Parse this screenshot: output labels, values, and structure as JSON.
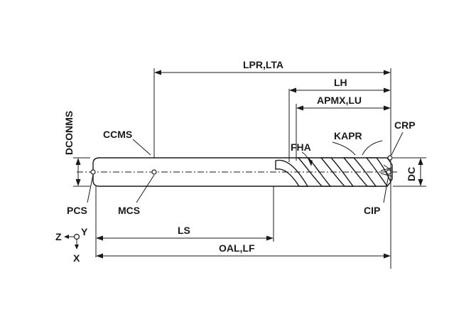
{
  "diagram": {
    "labels": {
      "lpr_lta": "LPR,LTA",
      "lh": "LH",
      "apmx_lu": "APMX,LU",
      "dconms": "DCONMS",
      "ccms": "CCMS",
      "fha": "FHA",
      "kapr": "KAPR",
      "crp": "CRP",
      "dc": "DC",
      "pcs": "PCS",
      "mcs": "MCS",
      "cip": "CIP",
      "ls": "LS",
      "oal_lf": "OAL,LF"
    },
    "axes": {
      "z": "Z",
      "y": "Y",
      "x": "X"
    }
  }
}
